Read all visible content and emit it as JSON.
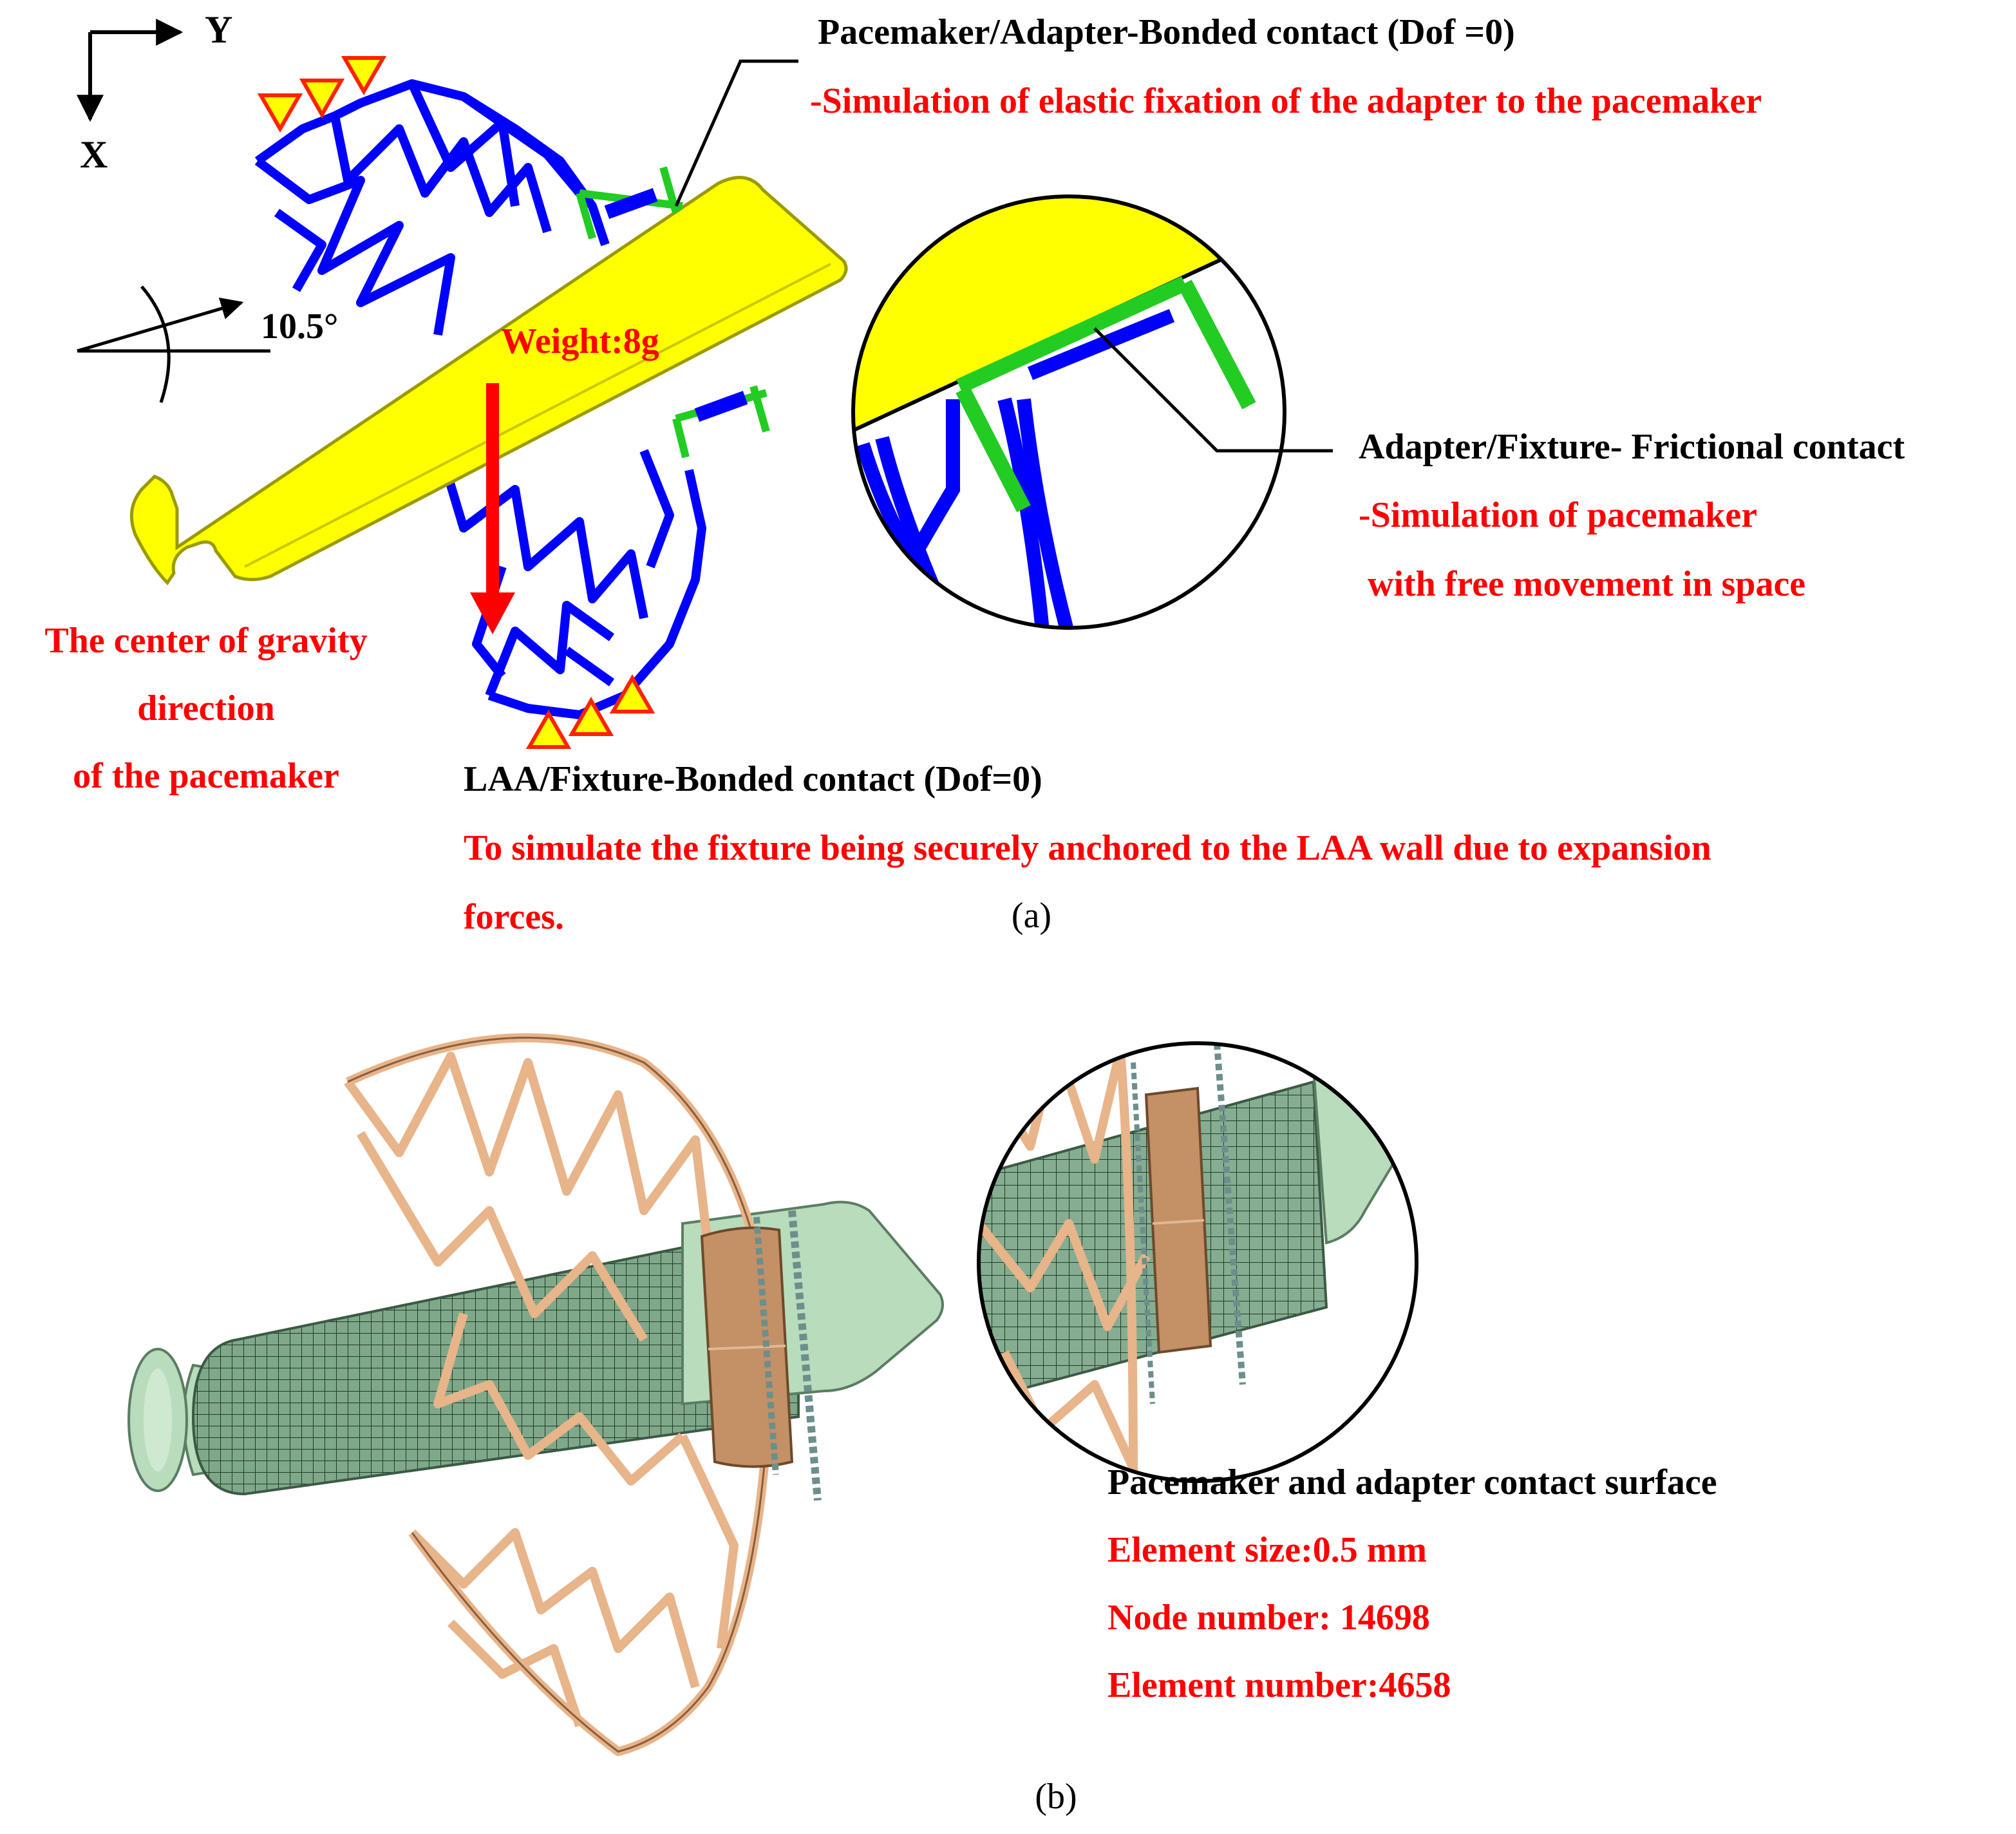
{
  "colors": {
    "pacemaker_yellow": "#ffff00",
    "fixture_blue": "#0000ff",
    "adapter_green": "#22cc22",
    "label_red": "#ff0000",
    "mesh_green": "#7fa88a",
    "mesh_green_light": "#b9dcbc",
    "fixture_tan": "#e8b48a",
    "adapter_brown": "#c49066",
    "constraint_yellow": "#ffff00",
    "constraint_red": "#ff2200"
  },
  "panel_a": {
    "axes": {
      "y_label": "Y",
      "x_label": "X"
    },
    "angle_label": "10.5°",
    "weight_label": "Weight:8g",
    "gravity_note": [
      "The center of gravity",
      "direction",
      "of the pacemaker"
    ],
    "pacemaker_adapter": {
      "title": "Pacemaker/Adapter-Bonded contact (Dof =0)",
      "note": "-Simulation of elastic fixation of the adapter to the pacemaker"
    },
    "adapter_fixture": {
      "title": "Adapter/Fixture- Frictional contact",
      "note": [
        "-Simulation of pacemaker",
        " with free movement in space"
      ]
    },
    "laa_fixture": {
      "title": "LAA/Fixture-Bonded contact (Dof=0)",
      "note": [
        "To simulate the fixture being securely anchored to the LAA wall due to expansion",
        "forces."
      ]
    },
    "caption": "(a)"
  },
  "panel_b": {
    "surface_title": "Pacemaker and adapter contact surface",
    "element_size": "Element size:0.5 mm",
    "node_number": "Node number: 14698",
    "element_number": "Element number:4658",
    "caption": "(b)"
  }
}
